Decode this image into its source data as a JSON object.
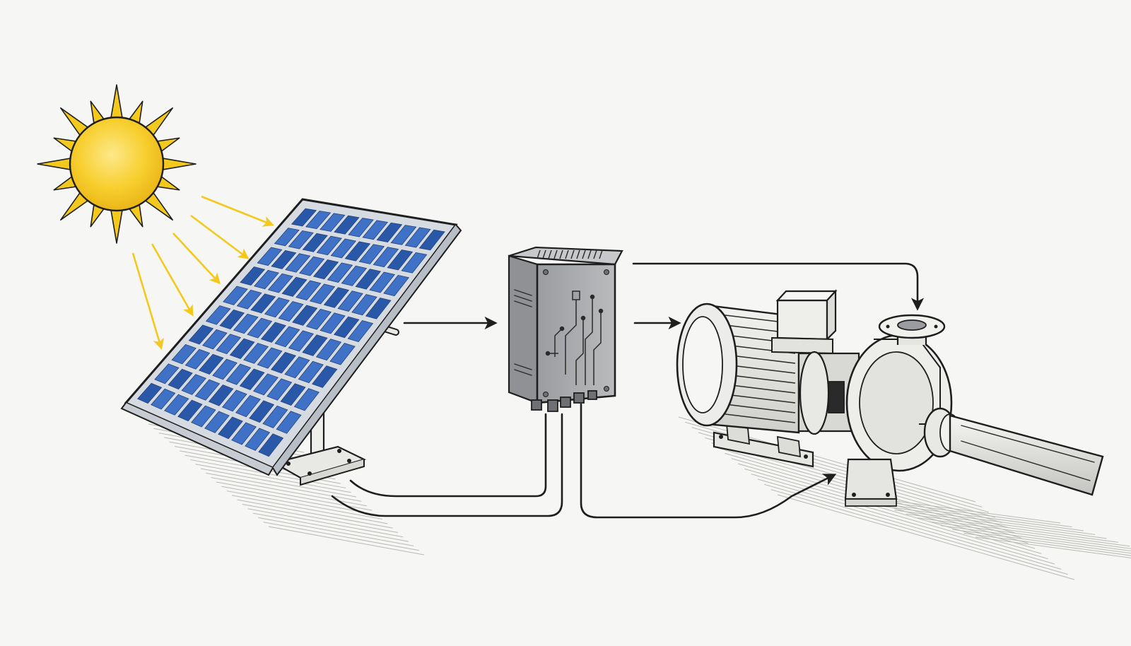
{
  "diagram": {
    "components": [
      {
        "id": "sun",
        "icon": "sun-icon"
      },
      {
        "id": "solar-panel",
        "icon": "solar-panel-icon"
      },
      {
        "id": "controller",
        "icon": "controller-box-icon"
      },
      {
        "id": "pump",
        "icon": "motor-pump-icon"
      },
      {
        "id": "pipe",
        "icon": "outlet-pipe-icon"
      }
    ],
    "connections": [
      {
        "from": "sun",
        "to": "solar-panel",
        "kind": "light-rays"
      },
      {
        "from": "solar-panel",
        "to": "controller",
        "kind": "arrow"
      },
      {
        "from": "controller",
        "to": "pump",
        "kind": "arrow"
      },
      {
        "from": "controller",
        "to": "pump",
        "kind": "arrow"
      },
      {
        "from": "solar-panel",
        "to": "controller",
        "kind": "cable"
      },
      {
        "from": "controller",
        "to": "pump",
        "kind": "cable"
      }
    ]
  },
  "colors": {
    "background": "#f6f6f4",
    "ink": "#1e1e1e",
    "sun_fill": "#f7cf2e",
    "sun_rays": "#f3c91e",
    "panel_cell": "#3f72c6",
    "panel_cell_dark": "#2a58a8",
    "controller_body": "#a9abad",
    "metal_light": "#e9e9e6"
  }
}
